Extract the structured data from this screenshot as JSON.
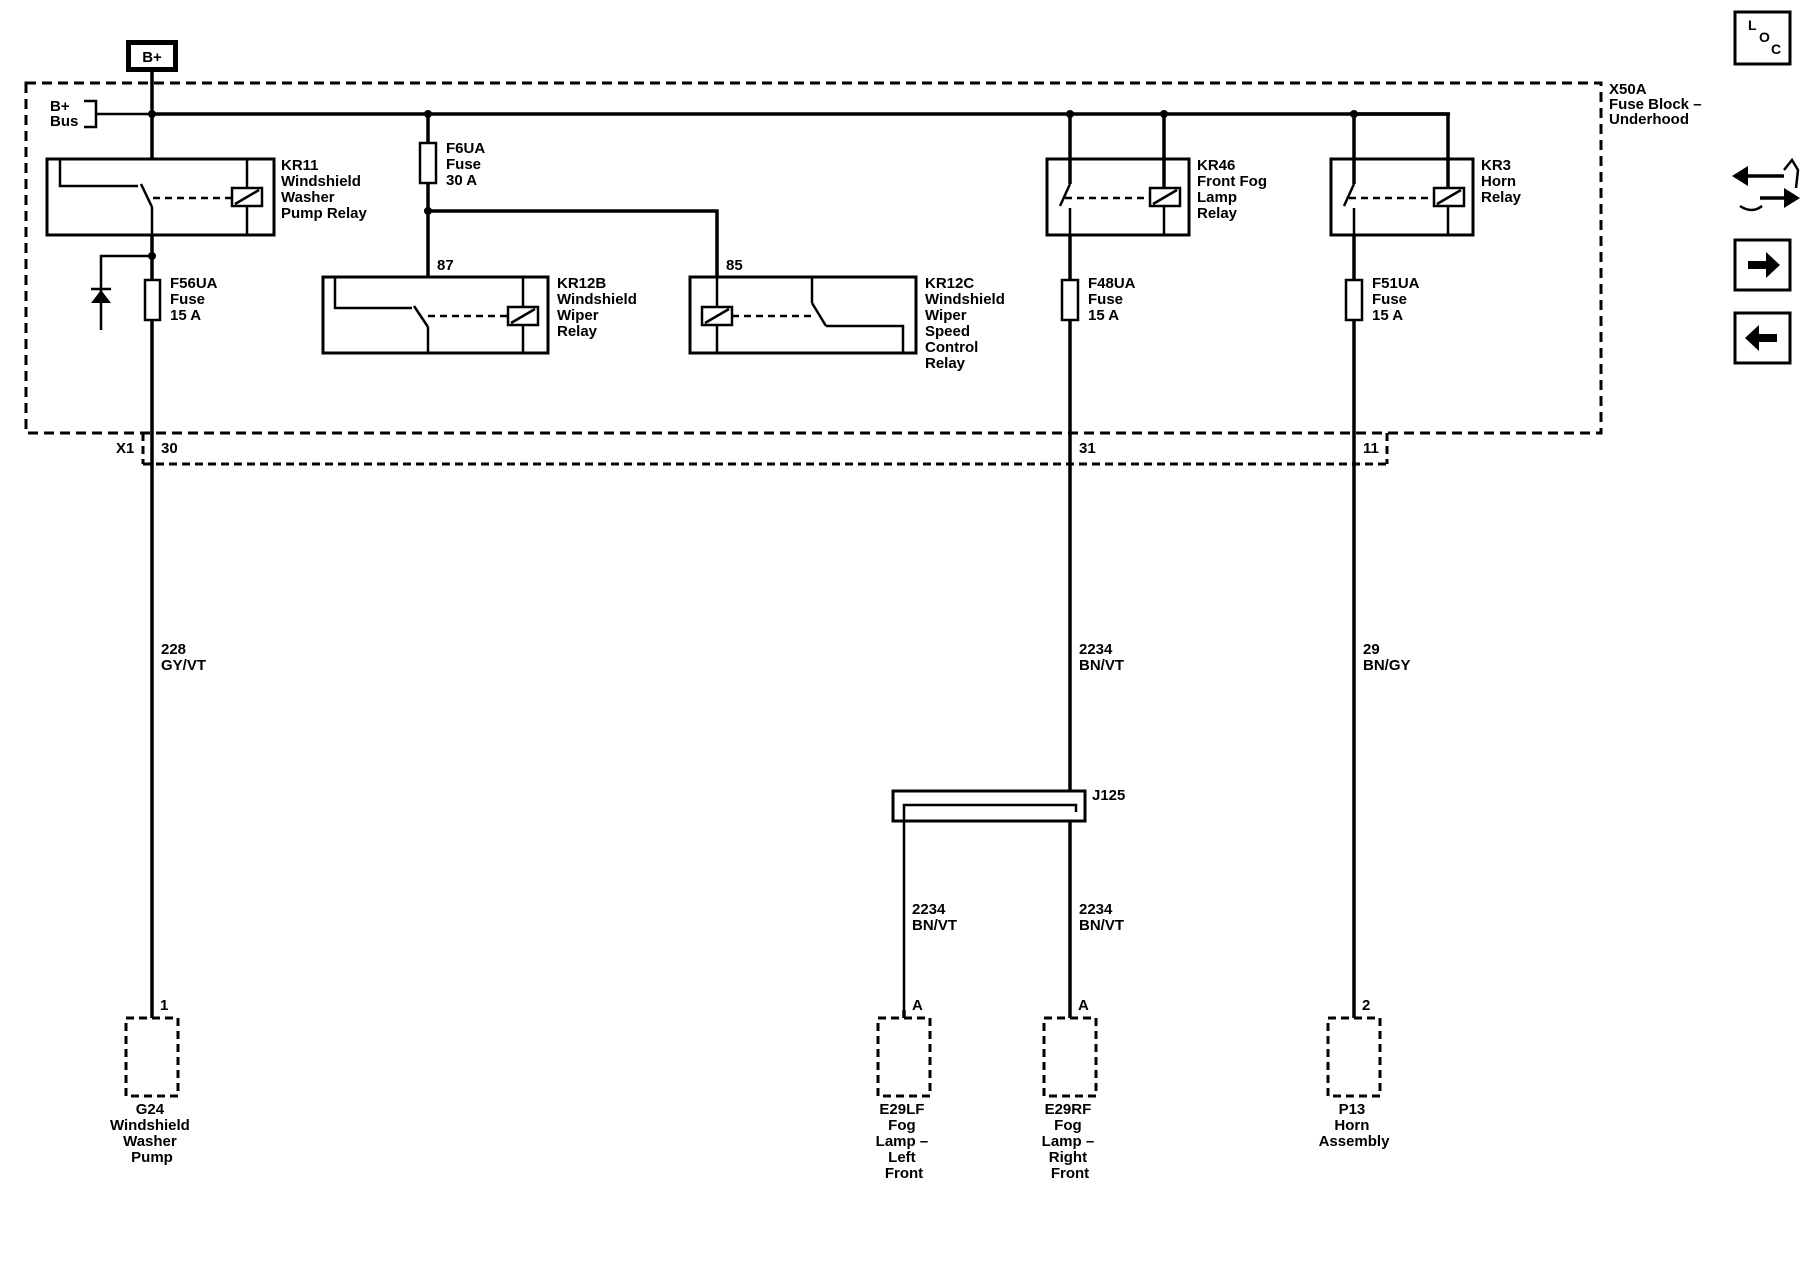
{
  "power": {
    "label": "B+",
    "bus_label": [
      "B+",
      "Bus"
    ]
  },
  "fuse_block": {
    "name": [
      "X50A",
      "Fuse Block –",
      "Underhood"
    ],
    "connector": "X1"
  },
  "relays": {
    "kr11": [
      "KR11",
      "Windshield",
      "Washer",
      "Pump Relay"
    ],
    "kr12b": [
      "KR12B",
      "Windshield",
      "Wiper",
      "Relay"
    ],
    "kr12c": [
      "KR12C",
      "Windshield",
      "Wiper",
      "Speed",
      "Control",
      "Relay"
    ],
    "kr46": [
      "KR46",
      "Front Fog",
      "Lamp",
      "Relay"
    ],
    "kr3": [
      "KR3",
      "Horn",
      "Relay"
    ]
  },
  "terminals": {
    "kr12b": "87",
    "kr12c": "85"
  },
  "fuses": {
    "f6ua": [
      "F6UA",
      "Fuse",
      "30 A"
    ],
    "f56ua": [
      "F56UA",
      "Fuse",
      "15 A"
    ],
    "f48ua": [
      "F48UA",
      "Fuse",
      "15 A"
    ],
    "f51ua": [
      "F51UA",
      "Fuse",
      "15 A"
    ]
  },
  "pins": {
    "washer": "30",
    "fog": "31",
    "horn": "11"
  },
  "wires": {
    "washer": [
      "228",
      "GY/VT"
    ],
    "fog": [
      "2234",
      "BN/VT"
    ],
    "fog_left": [
      "2234",
      "BN/VT"
    ],
    "fog_right": [
      "2234",
      "BN/VT"
    ],
    "horn": [
      "29",
      "BN/GY"
    ]
  },
  "splice": {
    "label": "J125"
  },
  "component_pins": {
    "washer": "1",
    "fog_left": "A",
    "fog_right": "A",
    "horn": "2"
  },
  "components": {
    "washer": [
      "G24",
      "Windshield",
      "Washer",
      "Pump"
    ],
    "fog_left": [
      "E29LF",
      "Fog",
      "Lamp –",
      "Left",
      "Front"
    ],
    "fog_right": [
      "E29RF",
      "Fog",
      "Lamp –",
      "Right",
      "Front"
    ],
    "horn": [
      "P13",
      "Horn",
      "Assembly"
    ]
  },
  "nav": {
    "loc": {
      "L": "L",
      "O": "O",
      "C": "C"
    }
  }
}
